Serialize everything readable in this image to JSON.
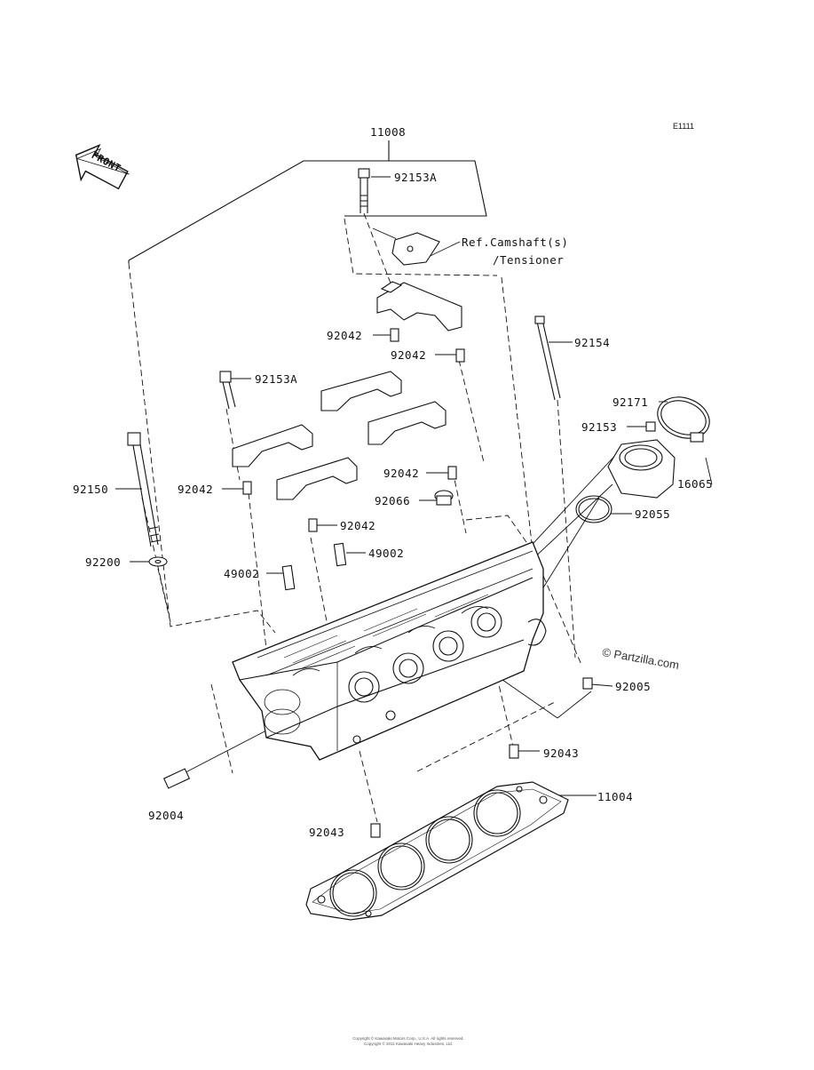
{
  "diagram_code": "E1111",
  "front_arrow": "FRONT",
  "watermark": "© Partzilla.com",
  "footer": {
    "line1": "Copyright © Kawasaki Motors Corp., U.S.A. All rights reserved.",
    "line2": "Copyright © 2011 Kawasaki Heavy Industries, Ltd."
  },
  "labels": {
    "p11008": "11008",
    "p92153A_top": "92153A",
    "ref_line1": "Ref.Camshaft(s)",
    "ref_line2": "/Tensioner",
    "p92042_a": "92042",
    "p92042_b": "92042",
    "p92154": "92154",
    "p92153A_left": "92153A",
    "p92171": "92171",
    "p92153": "92153",
    "p92150": "92150",
    "p92042_c": "92042",
    "p92042_d": "92042",
    "p16065": "16065",
    "p92066": "92066",
    "p92055": "92055",
    "p92042_e": "92042",
    "p92200": "92200",
    "p49002_a": "49002",
    "p49002_b": "49002",
    "p92005": "92005",
    "p92043_a": "92043",
    "p11004": "11004",
    "p92004": "92004",
    "p92043_b": "92043"
  }
}
